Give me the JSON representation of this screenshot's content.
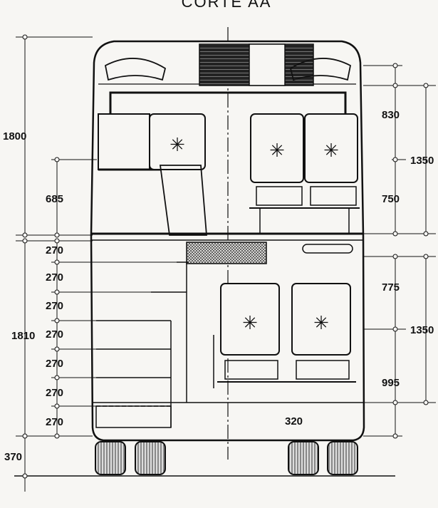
{
  "drawing": {
    "title": "CORTE AA",
    "colors": {
      "ink": "#111111",
      "paper": "#f7f6f3",
      "hatch": "#555555"
    },
    "dimensions": {
      "left_upper_total": "1800",
      "left_upper_inner": "685",
      "left_lower_total": "1810",
      "left_lower_steps": [
        "270",
        "270",
        "270",
        "270",
        "270",
        "270",
        "270"
      ],
      "left_bottom": "370",
      "right_upper_top": "830",
      "right_upper_bottom": "750",
      "right_upper_total": "1350",
      "right_lower_top": "775",
      "right_lower_bottom": "995",
      "right_lower_total": "1350",
      "floor_step": "320"
    }
  }
}
